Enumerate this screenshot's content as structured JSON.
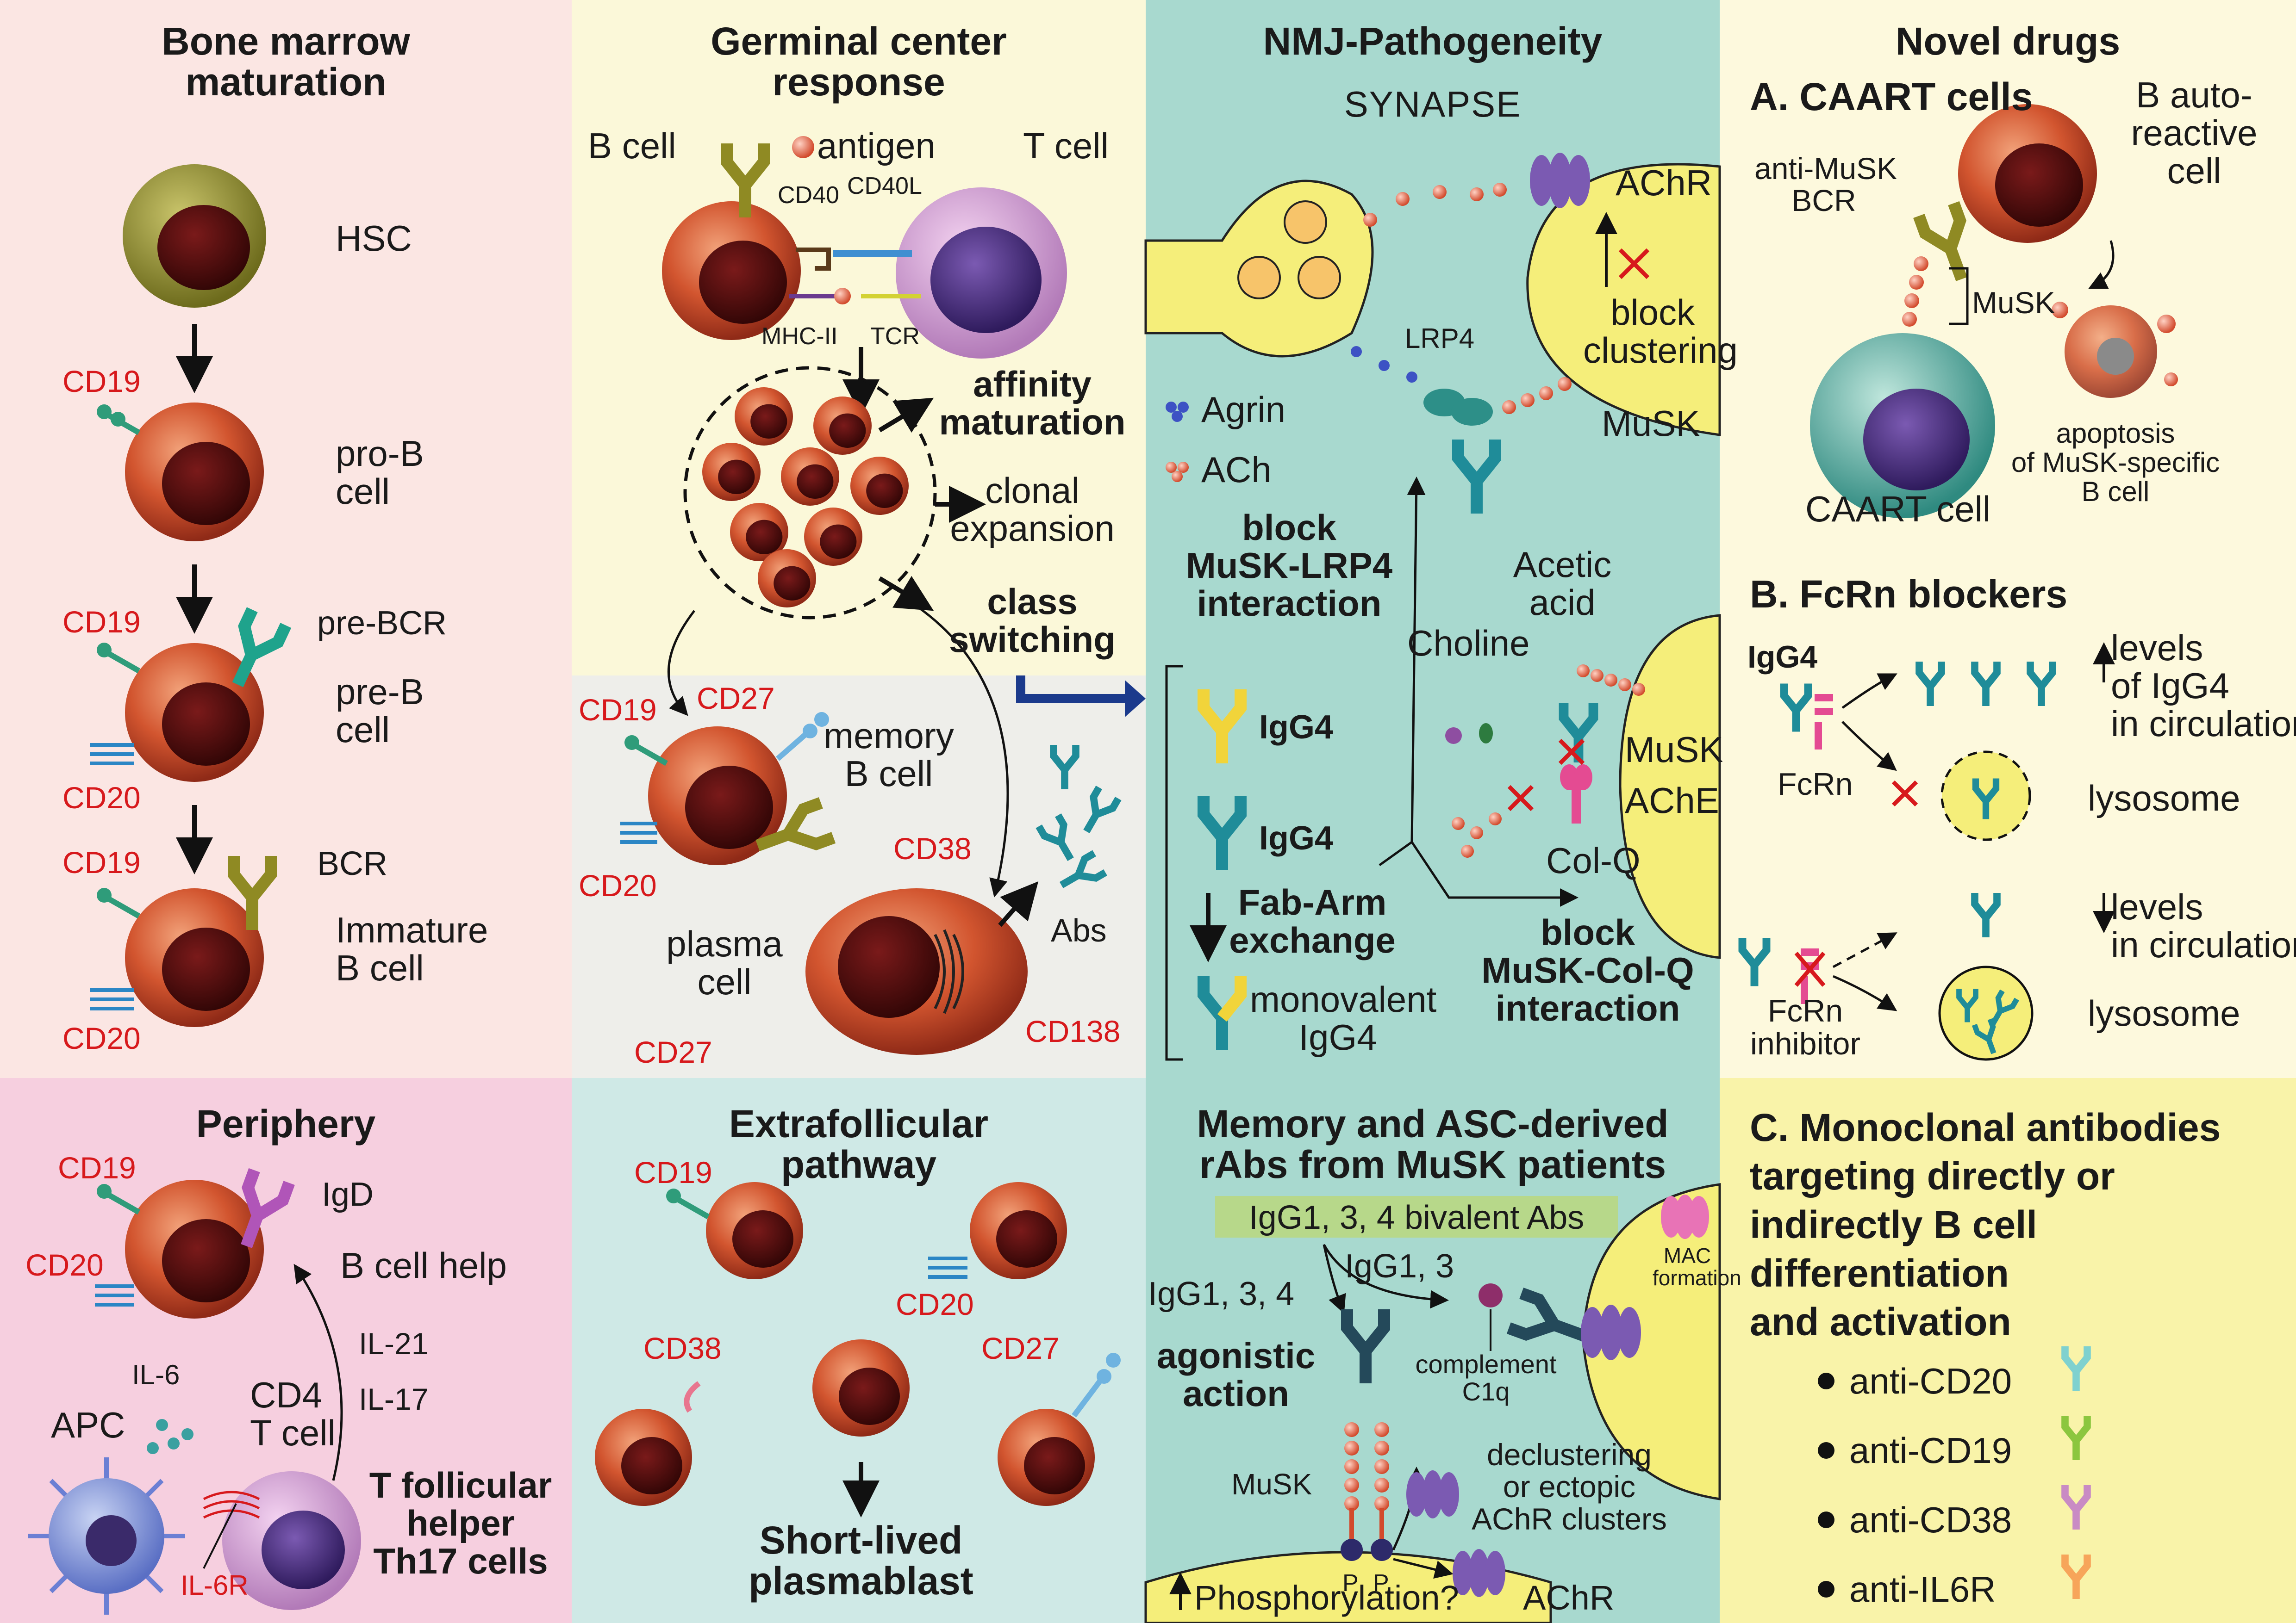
{
  "colors": {
    "bone_marrow_bg": "#fbe6e3",
    "germinal_bg": "#fbf8d9",
    "memory_bg": "#eeeeea",
    "nmj_bg": "#a8d9cf",
    "novel_bg": "#fdf9dd",
    "periphery_bg": "#f6cfdf",
    "extrafollicular_bg": "#cfe9e6",
    "memory_asc_bg": "#a8d9cf",
    "mab_bg": "#f9f3a9",
    "cell_red": "#c8472d",
    "nucleus": "#5a0d0d",
    "teal_ab": "#1f8c99",
    "yellow_ab": "#f1d43a",
    "label_red": "#d7191c"
  },
  "bone_marrow": {
    "title_line1": "Bone marrow",
    "title_line2": "maturation",
    "hsc": "HSC",
    "cd19_a": "CD19",
    "prob_line1": "pro-B",
    "prob_line2": "cell",
    "cd19_b": "CD19",
    "pre_bcr": "pre-BCR",
    "preb_line1": "pre-B",
    "preb_line2": "cell",
    "cd20_a": "CD20",
    "cd19_c": "CD19",
    "bcr": "BCR",
    "immature_line1": "Immature",
    "immature_line2": "B cell",
    "cd20_b": "CD20"
  },
  "germinal": {
    "title_line1": "Germinal center",
    "title_line2": "response",
    "b_cell": "B cell",
    "antigen": "antigen",
    "t_cell": "T cell",
    "cd40": "CD40",
    "cd40l": "CD40L",
    "mhc": "MHC-II",
    "tcr": "TCR",
    "affinity_line1": "affinity",
    "affinity_line2": "maturation",
    "clonal_line1": "clonal",
    "clonal_line2": "expansion",
    "class_line1": "class",
    "class_line2": "switching",
    "cd19": "CD19",
    "cd27_a": "CD27",
    "memory_line1": "memory",
    "memory_line2": "B cell",
    "cd20": "CD20",
    "cd38": "CD38",
    "abs": "Abs",
    "plasma_line1": "plasma",
    "plasma_line2": "cell",
    "cd27_b": "CD27",
    "cd138": "CD138"
  },
  "nmj": {
    "title": "NMJ-Pathogeneity",
    "synapse": "SYNAPSE",
    "achr": "AChR",
    "block_line1": "block",
    "block_line2": "clustering",
    "lrp4": "LRP4",
    "agrin": "Agrin",
    "ach": "ACh",
    "musk": "MuSK",
    "bml_line1": "block",
    "bml_line2": "MuSK-LRP4",
    "bml_line3": "interaction",
    "acetic_line1": "Acetic",
    "acetic_line2": "acid",
    "choline": "Choline",
    "igg4_a": "IgG4",
    "igg4_b": "IgG4",
    "musk_b": "MuSK",
    "ache": "AChE",
    "colq": "Col-Q",
    "fab_line1": "Fab-Arm",
    "fab_line2": "exchange",
    "mono_line1": "monovalent",
    "mono_line2": "IgG4",
    "bmc_line1": "block",
    "bmc_line2": "MuSK-Col-Q",
    "bmc_line3": "interaction"
  },
  "novel": {
    "title": "Novel drugs",
    "a_title": "A. CAART cells",
    "b_auto_line1": "B auto-",
    "b_auto_line2": "reactive",
    "b_auto_line3": "cell",
    "anti_musk_line1": "anti-MuSK",
    "anti_musk_line2": "BCR",
    "musk": "MuSK",
    "caart": "CAART cell",
    "apop_line1": "apoptosis",
    "apop_line2": "of MuSK-specific",
    "apop_line3": "B cell",
    "b_title": "B. FcRn blockers",
    "igg4": "IgG4",
    "levels_up_line1": "levels",
    "levels_up_line2": "of IgG4",
    "levels_up_line3": "in circulation",
    "fcrn": "FcRn",
    "lysosome_a": "lysosome",
    "levels_down_line1": "levels",
    "levels_down_line2": "in circulation",
    "fcrn_inh_line1": "FcRn",
    "fcrn_inh_line2": "inhibitor",
    "lysosome_b": "lysosome"
  },
  "periphery": {
    "title": "Periphery",
    "cd19": "CD19",
    "igd": "IgD",
    "cd20": "CD20",
    "help": "B cell help",
    "il21": "IL-21",
    "il17": "IL-17",
    "il6": "IL-6",
    "cd4_line1": "CD4",
    "cd4_line2": "T cell",
    "apc": "APC",
    "il6r": "IL-6R",
    "tfh_line1": "T follicular",
    "tfh_line2": "helper",
    "tfh_line3": "Th17 cells"
  },
  "extrafollicular": {
    "title_line1": "Extrafollicular",
    "title_line2": "pathway",
    "cd19": "CD19",
    "cd20": "CD20",
    "cd38": "CD38",
    "cd27": "CD27",
    "short_line1": "Short-lived",
    "short_line2": "plasmablast"
  },
  "memory_asc": {
    "title_line1": "Memory and ASC-derived",
    "title_line2": "rAbs from MuSK patients",
    "bivalent": "IgG1, 3, 4 bivalent Abs",
    "mac_line1": "MAC",
    "mac_line2": "formation",
    "igg13": "IgG1, 3",
    "igg134": "IgG1, 3, 4",
    "agon_line1": "agonistic",
    "agon_line2": "action",
    "comp_line1": "complement",
    "comp_line2": "C1q",
    "musk": "MuSK",
    "declus_line1": "declustering",
    "declus_line2": "or ectopic",
    "declus_line3": "AChR clusters",
    "p1": "P",
    "p2": "P",
    "phos": "Phosphorylation?",
    "achr": "AChR"
  },
  "mab": {
    "title_line1": "C. Monoclonal antibodies",
    "title_line2": "targeting directly or",
    "title_line3": "indirectly B cell",
    "title_line4": "differentiation",
    "title_line5": "and activation",
    "items": [
      {
        "label": "anti-CD20",
        "color": "#7fd1cf"
      },
      {
        "label": "anti-CD19",
        "color": "#8cc63f"
      },
      {
        "label": "anti-CD38",
        "color": "#c98bc4"
      },
      {
        "label": "anti-IL6R",
        "color": "#f7a55a"
      }
    ]
  }
}
